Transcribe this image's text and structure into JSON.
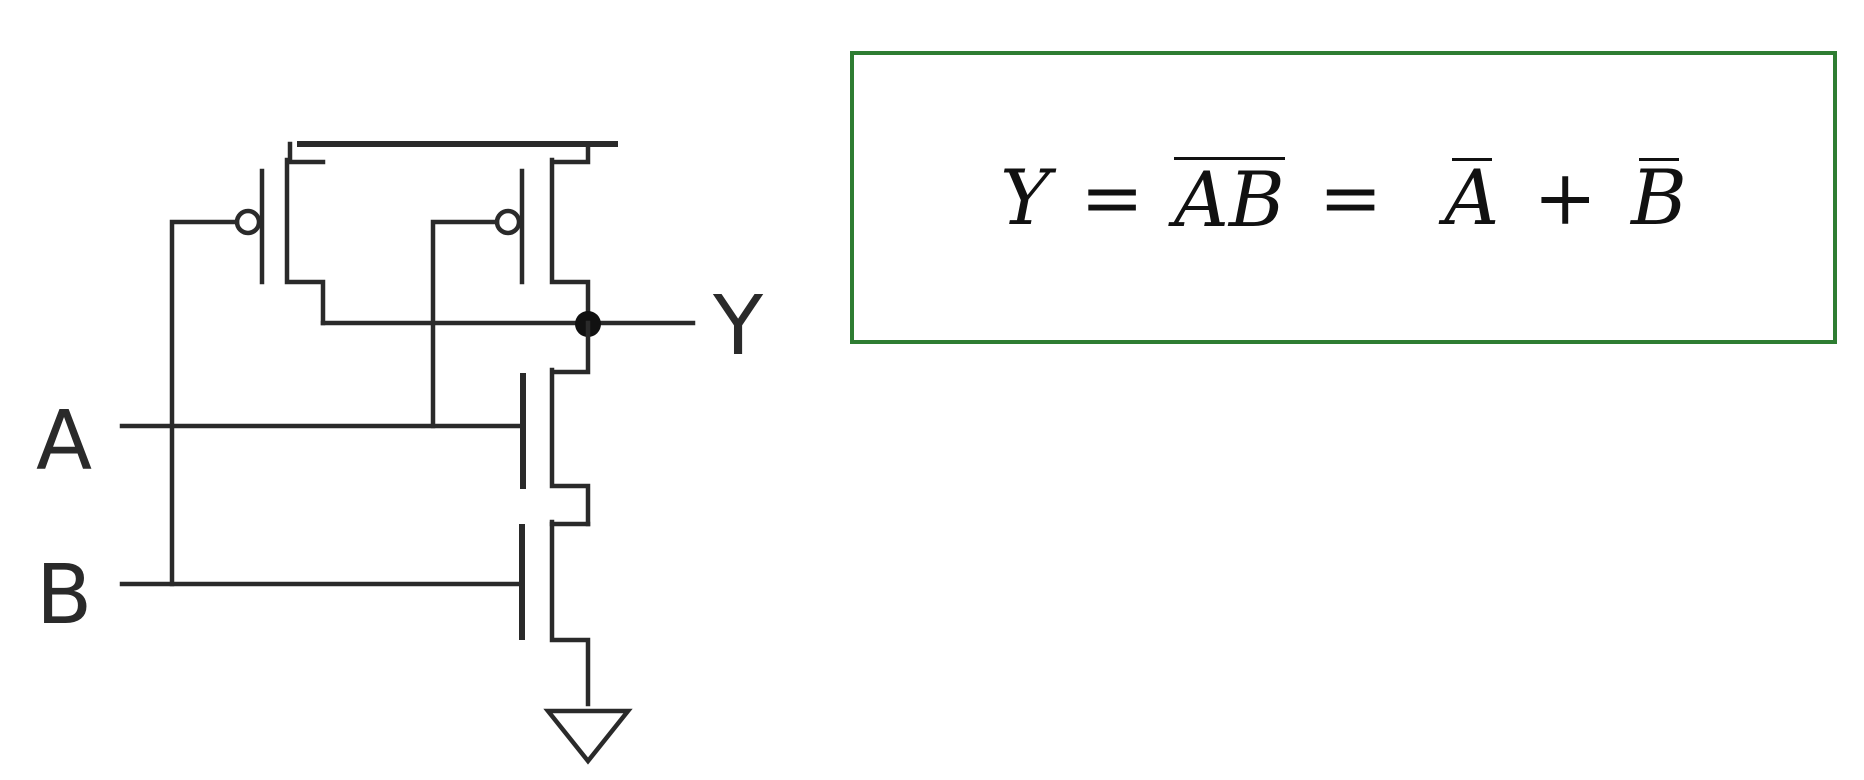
{
  "diagram": {
    "pins": {
      "a": "A",
      "b": "B",
      "y": "Y"
    }
  },
  "equation": {
    "lhs": "Y",
    "eq1": "=",
    "nand_a": "A",
    "nand_b": "B",
    "eq2": "=",
    "not_a": "A",
    "plus": "+",
    "not_b": "B"
  },
  "colors": {
    "wire": "#2a2a2a",
    "box_border": "#2e7d32"
  }
}
